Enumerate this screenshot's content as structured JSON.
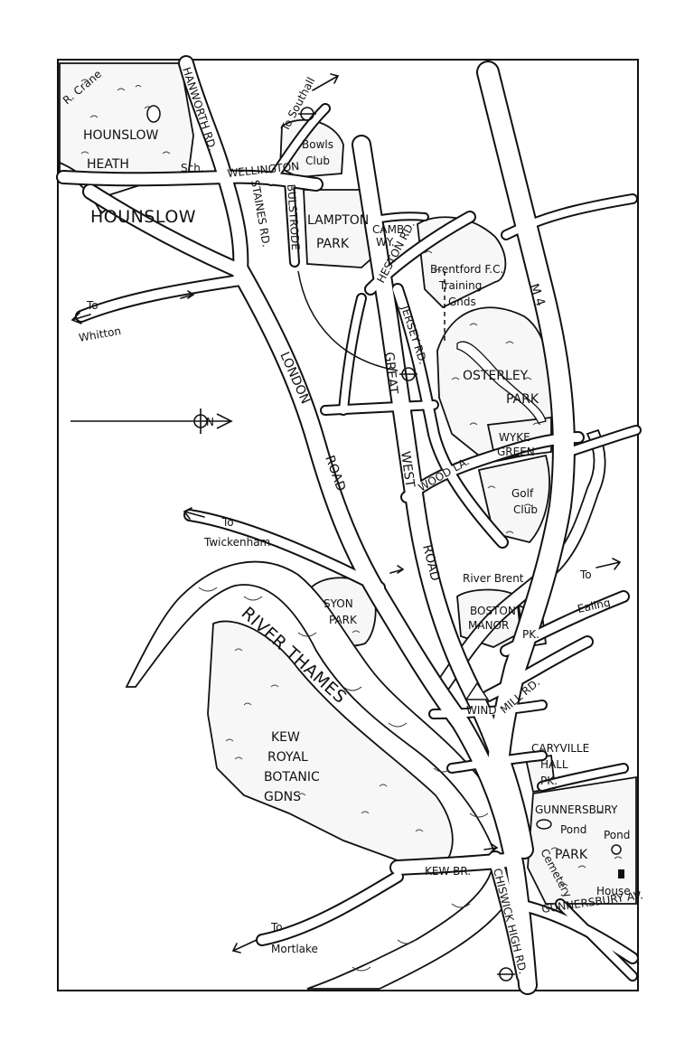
{
  "labels": {
    "r_crane": "R. Crane",
    "hanworth_rd": "HANWORTH RD.",
    "hounslow_heath_1": "HOUNSLOW",
    "hounslow_heath_2": "HEATH",
    "sch": "Sch.",
    "to_southall": "To Southall",
    "bowls_club_1": "Bowls",
    "bowls_club_2": "Club",
    "wellington": "WELLINGTON",
    "hounslow": "HOUNSLOW",
    "staines_rd": "STAINES RD.",
    "bulstrode": "BULSTRODE",
    "lampton_park_1": "LAMPTON",
    "lampton_park_2": "PARK",
    "camb_wy_1": "CAMB",
    "camb_wy_2": "WY.",
    "heston_rd": "HESTON RD.",
    "brentford_fc_1": "Brentford F.C.",
    "brentford_fc_2": "Training",
    "brentford_fc_3": "Gnds",
    "m4": "M 4",
    "to_whitton_1": "To",
    "to_whitton_2": "Whitton",
    "london_road_1": "LONDON",
    "london_road_2": "ROAD",
    "jersey_rd": "JERSEY RD.",
    "great": "GREAT",
    "west": "WEST",
    "road": "ROAD",
    "osterley_park_1": "OSTERLEY",
    "osterley_park_2": "PARK",
    "wyke_green_1": "WYKE",
    "wyke_green_2": "GREEN",
    "wood_la": "WOOD LA.",
    "golf_club_1": "Golf",
    "golf_club_2": "Club",
    "to_twickenham_1": "To",
    "to_twickenham_2": "Twickenham",
    "river_brent": "River Brent",
    "to_ealing_1": "To",
    "to_ealing_2": "Ealing",
    "syon_park_1": "SYON",
    "syon_park_2": "PARK",
    "boston_manor_1": "BOSTON",
    "boston_manor_2": "MANOR",
    "pk": "PK.",
    "river_thames": "RIVER THAMES",
    "wind": "WIND",
    "mill_rd": "MILL RD.",
    "kew_1": "KEW",
    "kew_2": "ROYAL",
    "kew_3": "BOTANIC",
    "kew_4": "GDNS",
    "caryville_1": "CARYVILLE",
    "caryville_2": "HALL",
    "caryville_3": "PK.",
    "gunnersbury_1": "GUNNERSBURY",
    "gunnersbury_2": "PARK",
    "pond_1": "Pond",
    "pond_2": "Pond",
    "cemetery": "Cemetery",
    "house": "House",
    "kew_br": "KEW BR.",
    "chiswick_high_rd": "CHISWICK HIGH RD.",
    "gunnersbury_av": "GUNNERSBURY AV.",
    "to_mortlake_1": "To",
    "to_mortlake_2": "Mortlake",
    "north_n": "N"
  },
  "icons": {
    "north_arrow": "north-arrow-icon",
    "underground": "underground-station-icon",
    "direction": "direction-arrow-icon"
  }
}
